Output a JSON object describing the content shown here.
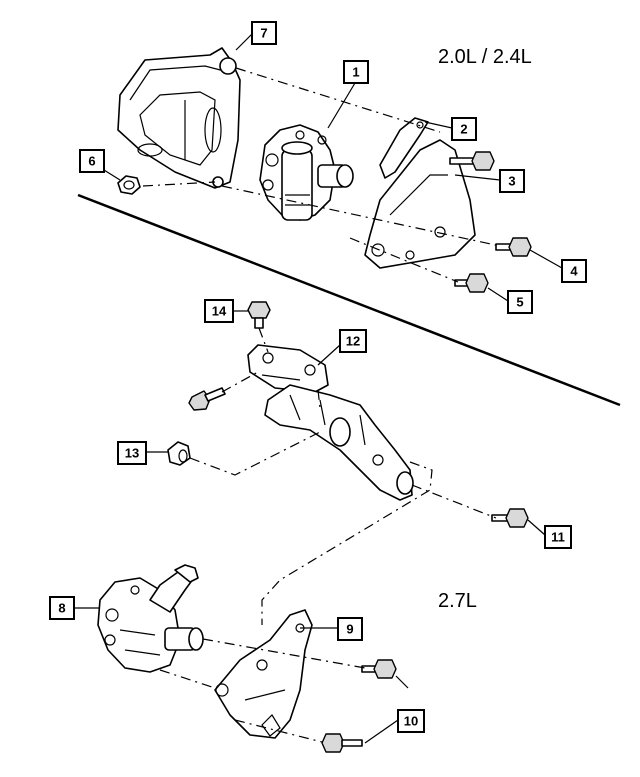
{
  "engine_labels": {
    "upper": "2.0L / 2.4L",
    "lower": "2.7L"
  },
  "callouts": {
    "c1": "1",
    "c2": "2",
    "c3": "3",
    "c4": "4",
    "c5": "5",
    "c6": "6",
    "c7": "7",
    "c8": "8",
    "c9": "9",
    "c10": "10",
    "c11": "11",
    "c12": "12",
    "c13": "13",
    "c14": "14"
  },
  "colors": {
    "line": "#000000",
    "background": "#ffffff",
    "shade": "#d9d9d9"
  }
}
